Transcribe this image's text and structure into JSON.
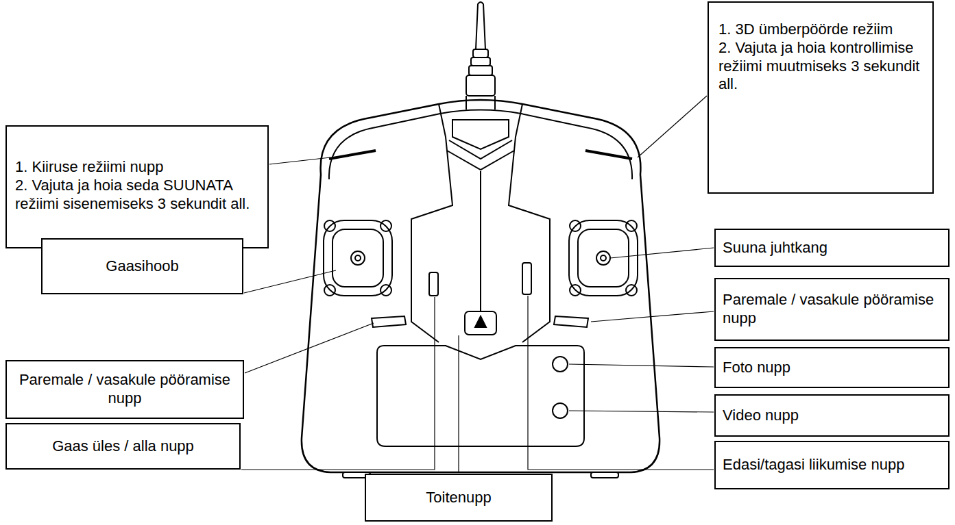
{
  "diagram": {
    "nodes": [
      {
        "text": [
          "1. Kiiruse režiimi nupp",
          "2. Vajuta ja hoia seda SUUNATA režiimi sisenemiseks 3 sekundit all."
        ]
      },
      {
        "text": [
          "1. 3D ümberpöörde režiim",
          "2. Vajuta ja hoia kontrollimise režiimi muutmiseks 3 sekundit all."
        ]
      },
      {
        "text": [
          "Gaasihoob"
        ]
      },
      {
        "text": [
          "Suuna juhtkang"
        ]
      },
      {
        "text": [
          "Paremale / vasakule pööramise nupp"
        ]
      },
      {
        "text": [
          "Foto nupp"
        ]
      },
      {
        "text": [
          "Paremale / vasakule pööramise nupp"
        ]
      },
      {
        "text": [
          "Video nupp"
        ]
      },
      {
        "text": [
          "Gaas üles / alla nupp"
        ]
      },
      {
        "text": [
          "Edasi/tagasi liikumise nupp"
        ]
      },
      {
        "text": [
          "Toitenupp"
        ]
      }
    ]
  }
}
